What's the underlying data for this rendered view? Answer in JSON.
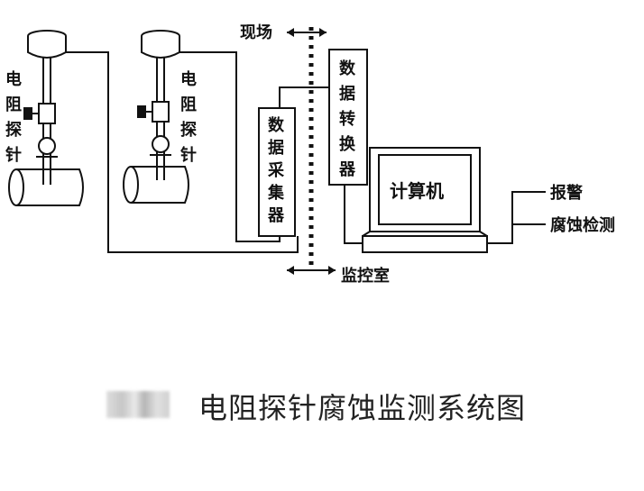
{
  "labels": {
    "probe_left": [
      "电",
      "阻",
      "探",
      "针"
    ],
    "probe_right": [
      "电",
      "阻",
      "探",
      "针"
    ],
    "site": "现场",
    "control_room": "监控室",
    "collector": [
      "数",
      "据",
      "采",
      "集",
      "器"
    ],
    "converter": [
      "数",
      "据",
      "转",
      "换",
      "器"
    ],
    "computer": "计算机",
    "alarm": "报警",
    "corrosion_detect": "腐蚀检测"
  },
  "caption": "电阻探针腐蚀监测系统图",
  "colors": {
    "line": "#111111",
    "background": "#ffffff"
  }
}
